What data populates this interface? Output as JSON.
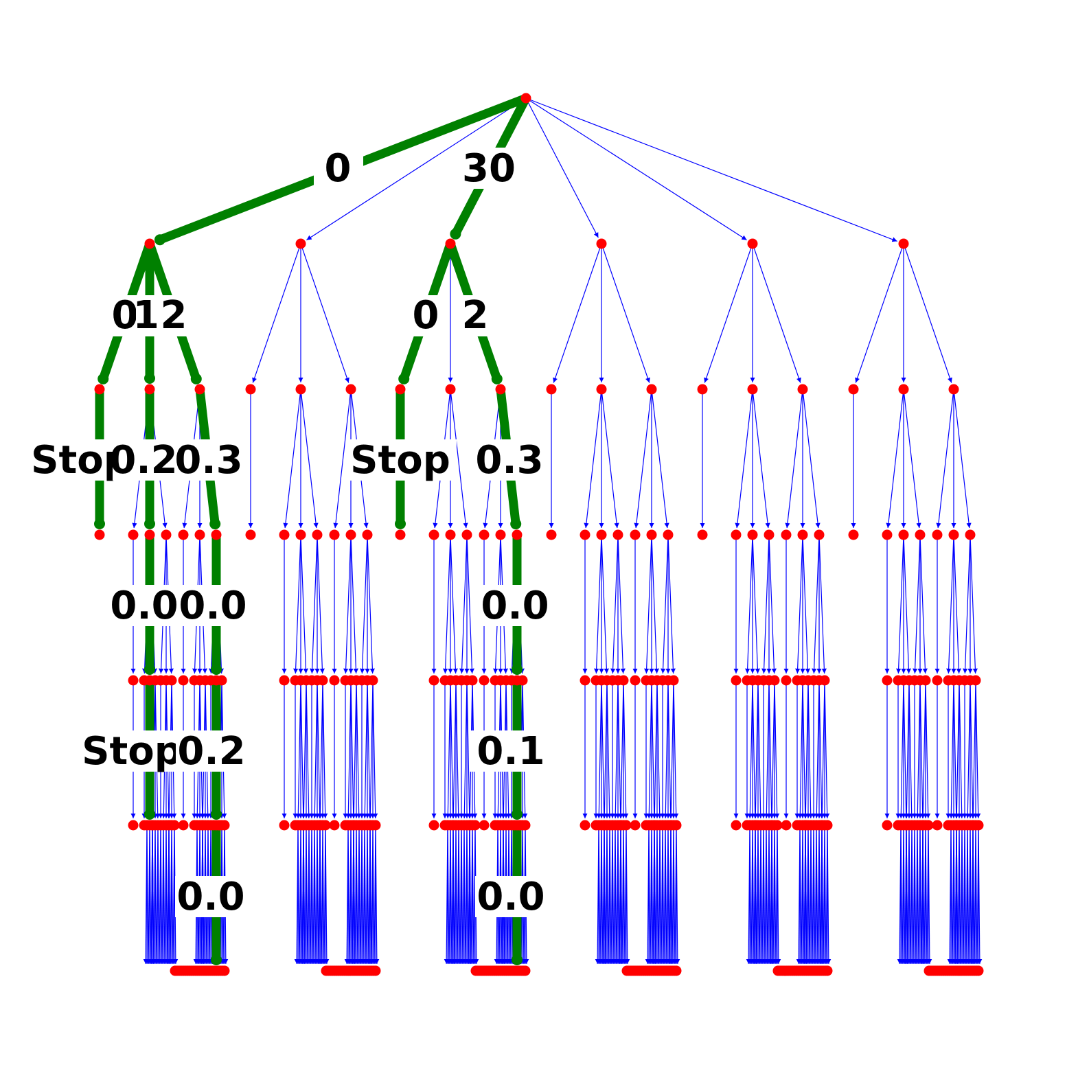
{
  "colors": {
    "background": "#ffffff",
    "node": "#ff0000",
    "edge": "#0000ff",
    "highlight_edge": "#008000",
    "label_text": "#000000"
  },
  "tree": {
    "branching": {
      "level1": 6,
      "level2": 3,
      "level3_by_position": [
        1,
        3,
        3
      ],
      "level4": 3,
      "level4_varies": "first 'Stop' child is a leaf"
    },
    "highlighted_paths": [
      {
        "root_child": 0,
        "labels_by_depth": [
          "0",
          "0 1 2",
          "Stop 0.2 0.3",
          "0.0 0.0",
          "Stop 0.2",
          "0.0"
        ]
      },
      {
        "root_child": 2,
        "labels_by_depth": [
          "30",
          "0 2",
          "Stop 0.3",
          "0.0",
          "0.1",
          "0.0"
        ]
      }
    ]
  },
  "edge_labels": [
    {
      "id": "l1a",
      "text": "0"
    },
    {
      "id": "l1b",
      "text": "30"
    },
    {
      "id": "l2a",
      "text": "0"
    },
    {
      "id": "l2b",
      "text": "1"
    },
    {
      "id": "l2c",
      "text": "2"
    },
    {
      "id": "l2d",
      "text": "0"
    },
    {
      "id": "l2e",
      "text": "2"
    },
    {
      "id": "l3a",
      "text": "Stop"
    },
    {
      "id": "l3b",
      "text": "0.2"
    },
    {
      "id": "l3c",
      "text": "0.3"
    },
    {
      "id": "l3d",
      "text": "Stop"
    },
    {
      "id": "l3e",
      "text": "0.3"
    },
    {
      "id": "l4a",
      "text": "0.0"
    },
    {
      "id": "l4b",
      "text": "0.0"
    },
    {
      "id": "l4c",
      "text": "0.0"
    },
    {
      "id": "l5a",
      "text": "Stop"
    },
    {
      "id": "l5b",
      "text": "0.2"
    },
    {
      "id": "l5c",
      "text": "0.1"
    },
    {
      "id": "l6a",
      "text": "0.0"
    },
    {
      "id": "l6b",
      "text": "0.0"
    }
  ]
}
